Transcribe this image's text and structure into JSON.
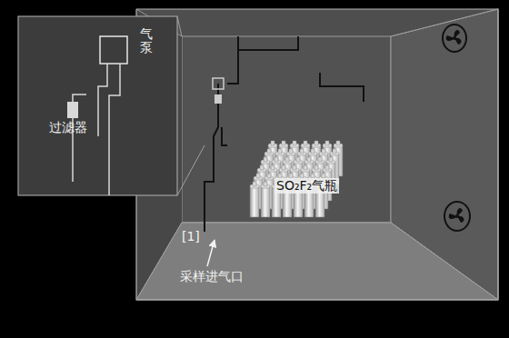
{
  "diagram": {
    "labels": [
      "气泵",
      "过滤器",
      "[1]",
      "采样进气口",
      "SO₂F₂气瓶"
    ]
  }
}
